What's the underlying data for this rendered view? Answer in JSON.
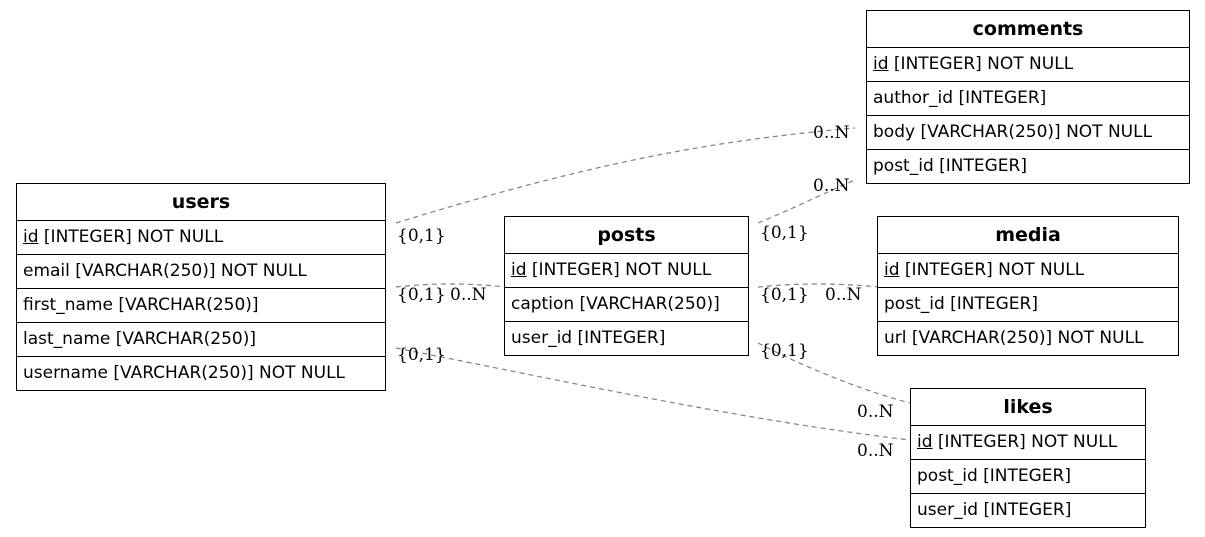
{
  "entities": [
    {
      "key": "users",
      "name": "users",
      "columns": [
        {
          "name": "id",
          "type": "[INTEGER] NOT NULL",
          "pk": true
        },
        {
          "name": "email",
          "type": "[VARCHAR(250)] NOT NULL"
        },
        {
          "name": "first_name",
          "type": "[VARCHAR(250)]"
        },
        {
          "name": "last_name",
          "type": "[VARCHAR(250)]"
        },
        {
          "name": "username",
          "type": "[VARCHAR(250)] NOT NULL"
        }
      ]
    },
    {
      "key": "posts",
      "name": "posts",
      "columns": [
        {
          "name": "id",
          "type": "[INTEGER] NOT NULL",
          "pk": true
        },
        {
          "name": "caption",
          "type": "[VARCHAR(250)]"
        },
        {
          "name": "user_id",
          "type": "[INTEGER]"
        }
      ]
    },
    {
      "key": "comments",
      "name": "comments",
      "columns": [
        {
          "name": "id",
          "type": "[INTEGER] NOT NULL",
          "pk": true
        },
        {
          "name": "author_id",
          "type": "[INTEGER]"
        },
        {
          "name": "body",
          "type": "[VARCHAR(250)] NOT NULL"
        },
        {
          "name": "post_id",
          "type": "[INTEGER]"
        }
      ]
    },
    {
      "key": "media",
      "name": "media",
      "columns": [
        {
          "name": "id",
          "type": "[INTEGER] NOT NULL",
          "pk": true
        },
        {
          "name": "post_id",
          "type": "[INTEGER]"
        },
        {
          "name": "url",
          "type": "[VARCHAR(250)] NOT NULL"
        }
      ]
    },
    {
      "key": "likes",
      "name": "likes",
      "columns": [
        {
          "name": "id",
          "type": "[INTEGER] NOT NULL",
          "pk": true
        },
        {
          "name": "post_id",
          "type": "[INTEGER]"
        },
        {
          "name": "user_id",
          "type": "[INTEGER]"
        }
      ]
    }
  ],
  "relationships": [
    {
      "from": "users",
      "to": "comments",
      "from_card": "{0,1}",
      "to_card": "0..N"
    },
    {
      "from": "users",
      "to": "posts",
      "from_card": "{0,1}",
      "to_card": "0..N"
    },
    {
      "from": "users",
      "to": "likes",
      "from_card": "{0,1}",
      "to_card": "0..N"
    },
    {
      "from": "posts",
      "to": "comments",
      "from_card": "{0,1}",
      "to_card": "0..N"
    },
    {
      "from": "posts",
      "to": "media",
      "from_card": "{0,1}",
      "to_card": "0..N"
    },
    {
      "from": "posts",
      "to": "likes",
      "from_card": "{0,1}",
      "to_card": "0..N"
    }
  ]
}
